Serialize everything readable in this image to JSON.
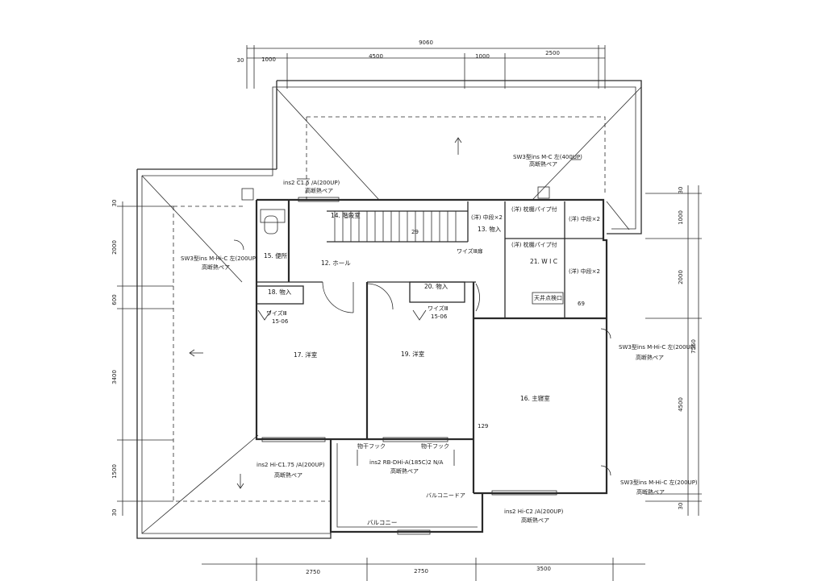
{
  "dimensions": {
    "top_total": "9060",
    "top_offset": "30",
    "top_segments": [
      "1000",
      "4500",
      "1000",
      "2500"
    ],
    "bottom_segments": [
      "2750",
      "2750",
      "3500"
    ],
    "left": [
      "30",
      "2000",
      "600",
      "3400",
      "1500",
      "30"
    ],
    "right": [
      "30",
      "1000",
      "2000",
      "7560",
      "4500",
      "30"
    ]
  },
  "rooms": {
    "stairs": "14. 階段室",
    "hall": "12. ホール",
    "toilet": "15. 便所",
    "storage18": "18. 物入",
    "storage20": "20. 物入",
    "storage13": "13. 物入",
    "wic": "21. W I C",
    "room17": "17. 洋室",
    "room19": "19. 洋室",
    "master": "16. 主寝室",
    "balcony": "バルコニー"
  },
  "annotations": {
    "wise_door_a": "ワイズⅢ",
    "wise_door_a_code": "15-06",
    "wise_door_b": "ワイズⅢ",
    "wise_door_b_code": "15-06",
    "wise_door_top": "ワイズⅢ扉",
    "shelf_pipe_1": "(洋) 枕棚パイプ付",
    "shelf_pipe_2": "(洋) 枕棚パイプ付",
    "mid_shelf_1": "(洋) 中段×2",
    "mid_shelf_2": "(洋) 中段×2",
    "mid_shelf_3": "(洋) 中段×2",
    "ceiling_hatch": "天井点検口",
    "hook_1": "物干フック",
    "hook_2": "物干フック",
    "balcony_door": "バルコニードア",
    "stair_num": "29",
    "num_69": "69",
    "num_129": "129"
  },
  "windows": {
    "top_left": "ins2 C1.5 /A(200UP)",
    "top_left_sub": "高断熱ペア",
    "roof_top": "SW3型ins M-C 左(400UP)",
    "roof_top_sub": "高断熱ペア",
    "left": "SW3型ins M-Hi-C 左(200UP)",
    "left_sub": "高断熱ペア",
    "right": "SW3型ins M-Hi-C 左(200UP)",
    "right_sub": "高断熱ペア",
    "bottom_left": "ins2 Hi-C1.75 /A(200UP)",
    "bottom_left_sub": "高断熱ペア",
    "bottom_mid": "ins2 RB-DHi-A(185C)2 N/A",
    "bottom_mid_sub": "高断熱ペア",
    "bottom_right": "SW3型ins M-Hi-C 左(200UP)",
    "bottom_right_sub": "高断熱ペア",
    "bottom_center": "ins2 Hi-C2 /A(200UP)",
    "bottom_center_sub": "高断熱ペア"
  }
}
